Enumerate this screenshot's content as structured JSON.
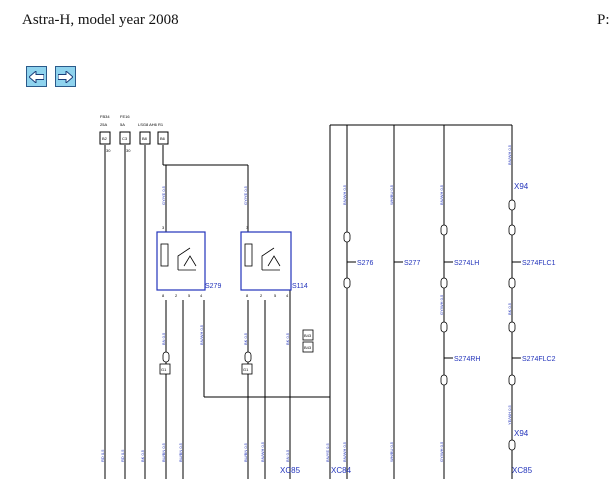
{
  "header": {
    "title": "Astra-H, model year 2008",
    "page_marker": "P:"
  },
  "nav": {
    "back_label": "back",
    "forward_label": "forward"
  },
  "diagram": {
    "fuses": [
      {
        "name": "FB34",
        "rating": "25A",
        "box": "B2",
        "pin": "30"
      },
      {
        "name": "FE16",
        "rating": "5A",
        "box": "C3",
        "pin": "30"
      },
      {
        "name": "LSG8 AH6",
        "rating": "",
        "box": "B8",
        "pin": ""
      },
      {
        "name": "R1",
        "rating": "",
        "box": "B6",
        "pin": ""
      }
    ],
    "relays": [
      {
        "id": "S279",
        "pins": [
          "8",
          "2",
          "5",
          "4"
        ],
        "top_pin": "3"
      },
      {
        "id": "S114",
        "pins": [
          "8",
          "2",
          "5",
          "4"
        ],
        "top_pin": "3"
      }
    ],
    "switches": [
      "S276",
      "S277",
      "S274LH",
      "S274RH",
      "S274FLC1",
      "S274FLC2"
    ],
    "connectors": [
      "X94",
      "X94",
      "XC85",
      "XC84",
      "XC85"
    ],
    "wire_labels": [
      "GY/YE 0.5",
      "GY/YE 0.5",
      "BN/WH 0.5",
      "BN/WH 0.5",
      "BN/WH 0.5",
      "BK 0.5",
      "WH/BU 0.5",
      "GY/WH 0.5",
      "BN 0.5",
      "BK 0.5",
      "BK 0.5",
      "BN/WH 0.5",
      "RD 0.5",
      "RD 0.5",
      "BK 0.5",
      "BU/BN 0.5",
      "BU/BN 0.5",
      "BU/BN 0.5",
      "BN/WH 0.5",
      "BN/YE 0.5",
      "BN/WH 0.5",
      "WH/BU 0.5",
      "GY/WH 0.5",
      "YE/WH 0.5",
      "BN 0.5"
    ],
    "ground_refs": [
      "G1",
      "G1"
    ],
    "side_tags": [
      "B43",
      "B43"
    ]
  }
}
